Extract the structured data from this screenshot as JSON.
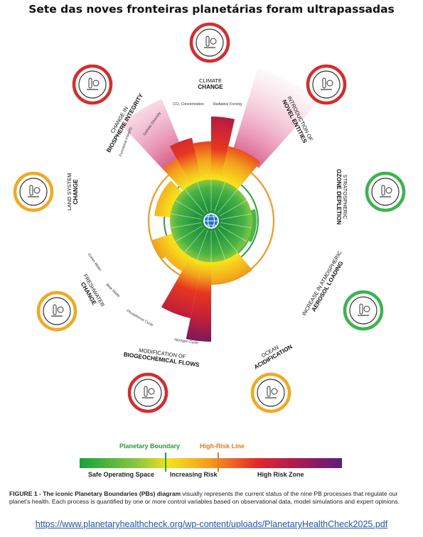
{
  "title": "Sete das noves fronteiras planetárias foram ultrapassadas",
  "boundaries": [
    {
      "id": "climate",
      "line1": "CLIMATE",
      "line2": "CHANGE",
      "status": "red"
    },
    {
      "id": "novel",
      "line1": "INTRODUCTION OF",
      "line2": "NOVEL ENTITIES",
      "status": "red"
    },
    {
      "id": "ozone",
      "line1": "STRATOSPHERIC",
      "line2": "OZONE DEPLETION",
      "status": "green"
    },
    {
      "id": "aerosol",
      "line1": "INCREASE IN ATMOSPHERIC",
      "line2": "AEROSOL LOADING",
      "status": "green"
    },
    {
      "id": "ocean",
      "line1": "OCEAN",
      "line2": "ACIDIFICATION",
      "status": "orange"
    },
    {
      "id": "biogeo",
      "line1": "MODIFICATION OF",
      "line2": "BIOGEOCHEMICAL FLOWS",
      "status": "red"
    },
    {
      "id": "freshwater",
      "line1": "FRESHWATER",
      "line2": "CHANGE",
      "status": "orange"
    },
    {
      "id": "land",
      "line1": "LAND SYSTEM",
      "line2": "CHANGE",
      "status": "orange"
    },
    {
      "id": "biosphere",
      "line1": "CHANGE IN",
      "line2": "BIOSPHERE INTEGRITY",
      "status": "red"
    }
  ],
  "sub_labels": {
    "co2": "CO₂ Concentration",
    "forcing": "Radiative Forcing",
    "genetic": "Genetic Diversity",
    "functional": "Functional Integrity",
    "green_water": "Green Water",
    "blue_water": "Blue Water",
    "phosphorus": "Phosphorus Cycle",
    "nitrogen": "Nitrogen Cycle"
  },
  "legend": {
    "planetary_boundary": "Planetary Boundary",
    "high_risk_line": "High-Risk Line",
    "safe": "Safe Operating Space",
    "increasing": "Increasing Risk",
    "high_zone": "High Risk Zone"
  },
  "caption": {
    "lead": "FIGURE 1 - The iconic Planetary Boundaries (PBs) diagram",
    "body": " visually represents the current status of the nine PB processes that regulate our planet's health. Each process is quantified by one or more control variables based on observational data, model simulations and expert opinions."
  },
  "source_url": "https://www.planetaryhealthcheck.org/wp-content/uploads/PlanetaryHealthCheck2025.pdf",
  "colors": {
    "red": "#d92b2b",
    "orange": "#f2a91d",
    "green": "#39b54a",
    "boundary_green": "#2e9e3a",
    "risk_orange": "#f07c1a"
  },
  "icons": [
    "thermometer-factory-icon",
    "flask-nuclear-icon",
    "ozone-sun-icon",
    "aerosol-cloud-icon",
    "ocean-ph-icon",
    "plants-biogeochem-icon",
    "water-drops-icon",
    "tree-stump-icon",
    "dna-biodiversity-icon",
    "globe-icon"
  ]
}
